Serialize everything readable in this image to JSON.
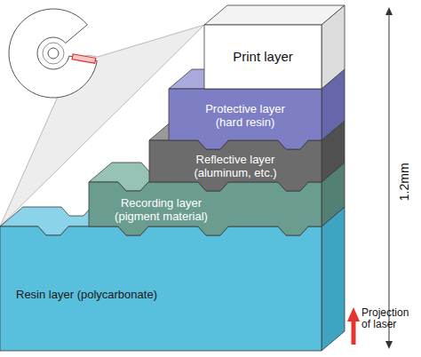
{
  "diagram": {
    "nodes": [
      {
        "text": [
          "Print layer"
        ]
      },
      {
        "text": [
          "Protective layer (hard resin)"
        ]
      },
      {
        "text": [
          "Reflective layer (aluminum, etc.)"
        ]
      },
      {
        "text": [
          "Recording layer (pigment material)"
        ]
      },
      {
        "text": [
          "Resin layer (polycarbonate)"
        ]
      }
    ],
    "labels": [
      "1.2mm",
      "Projection of laser"
    ]
  }
}
